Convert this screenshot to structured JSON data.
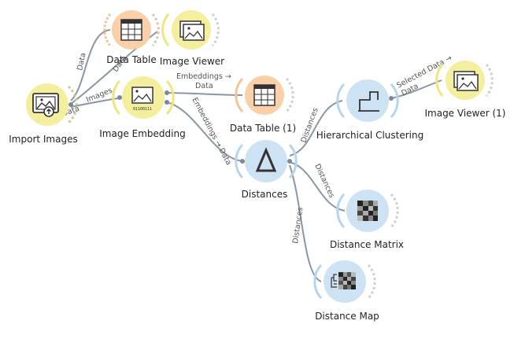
{
  "colors": {
    "data_node": "#f9d0a8",
    "data_ring": "#f5c49a",
    "image_node": "#f3ef9e",
    "image_ring": "#ece780",
    "unsup_node": "#cde3f3",
    "unsup_ring": "#b6d5ec",
    "link": "#8a97a3",
    "anchor": "#7b8a98"
  },
  "nodes": {
    "import_images": {
      "label": "Import Images",
      "icon": "import-images-icon",
      "category": "image"
    },
    "data_table": {
      "label": "Data Table",
      "icon": "table-icon",
      "category": "data"
    },
    "image_viewer": {
      "label": "Image Viewer",
      "icon": "image-viewer-icon",
      "category": "image"
    },
    "image_embedding": {
      "label": "Image Embedding",
      "icon": "image-embedding-icon",
      "category": "image"
    },
    "data_table_1": {
      "label": "Data Table (1)",
      "icon": "table-icon",
      "category": "data"
    },
    "distances": {
      "label": "Distances",
      "icon": "delta-icon",
      "category": "unsupervised"
    },
    "hierarchical_clustering": {
      "label": "Hierarchical Clustering",
      "icon": "dendrogram-icon",
      "category": "unsupervised"
    },
    "image_viewer_1": {
      "label": "Image Viewer (1)",
      "icon": "image-viewer-icon",
      "category": "image"
    },
    "distance_matrix": {
      "label": "Distance Matrix",
      "icon": "matrix-icon",
      "category": "unsupervised"
    },
    "distance_map": {
      "label": "Distance Map",
      "icon": "distance-map-icon",
      "category": "unsupervised"
    }
  },
  "links": {
    "import_to_table": "Data",
    "import_to_viewer": "Data",
    "import_to_embedding_a": "Data",
    "import_to_embedding_b": "Images",
    "embedding_to_table1_a": "Embeddings →",
    "embedding_to_table1_b": "Data",
    "embedding_to_distances": "Embeddings → Data",
    "distances_to_clustering": "Distances",
    "clustering_to_viewer_a": "Selected Data →",
    "clustering_to_viewer_b": "Data",
    "distances_to_matrix": "Distances",
    "distances_to_map": "Distances"
  },
  "embedding_icon_caption": "01100111"
}
